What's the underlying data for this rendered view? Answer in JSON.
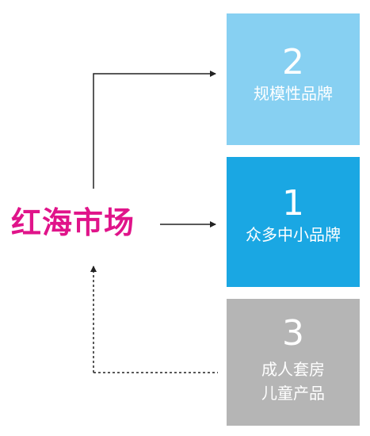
{
  "source": {
    "label": "红海市场",
    "color": "#e0148a"
  },
  "boxes": [
    {
      "number": "2",
      "lines": [
        "规模性品牌"
      ],
      "color": "#87d0f2",
      "connector": "solid"
    },
    {
      "number": "1",
      "lines": [
        "众多中小品牌"
      ],
      "color": "#1aa7e3",
      "connector": "solid"
    },
    {
      "number": "3",
      "lines": [
        "成人套房",
        "儿童产品"
      ],
      "color": "#b5b5b5",
      "connector": "dashed"
    }
  ]
}
